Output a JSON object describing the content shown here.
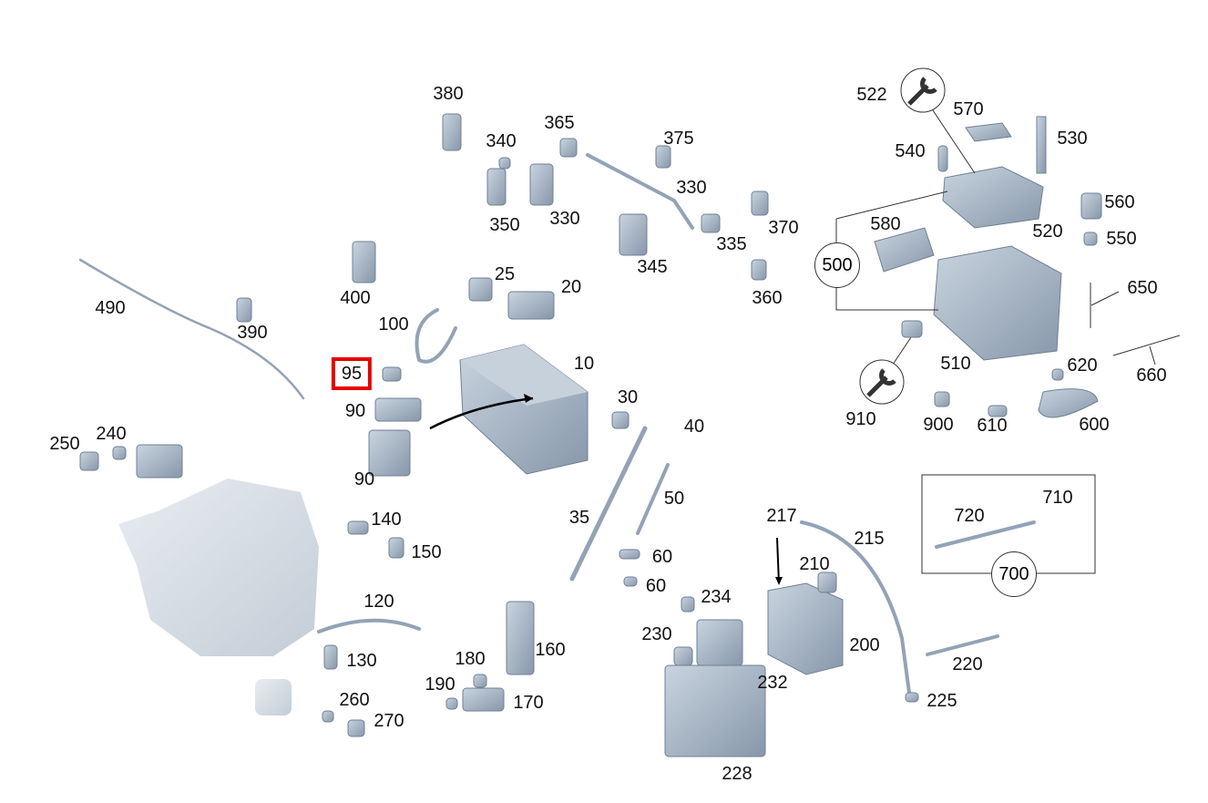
{
  "diagram_title": "",
  "highlighted_part": "95",
  "callouts": [
    "380",
    "340",
    "365",
    "375",
    "330",
    "350",
    "330",
    "335",
    "370",
    "345",
    "360",
    "400",
    "25",
    "20",
    "100",
    "490",
    "390",
    "95",
    "10",
    "90",
    "30",
    "40",
    "90",
    "250",
    "240",
    "35",
    "50",
    "140",
    "150",
    "60",
    "60",
    "120",
    "130",
    "180",
    "160",
    "190",
    "170",
    "260",
    "270",
    "217",
    "215",
    "210",
    "234",
    "230",
    "200",
    "232",
    "228",
    "225",
    "220",
    "720",
    "710",
    "522",
    "570",
    "530",
    "540",
    "560",
    "520",
    "550",
    "580",
    "650",
    "510",
    "620",
    "660",
    "910",
    "900",
    "610",
    "600"
  ],
  "group_circles": [
    "500",
    "700"
  ],
  "colors": {
    "part": "#a9b8c8",
    "part_dark": "#7e8fa2",
    "highlight": "#e60000"
  }
}
